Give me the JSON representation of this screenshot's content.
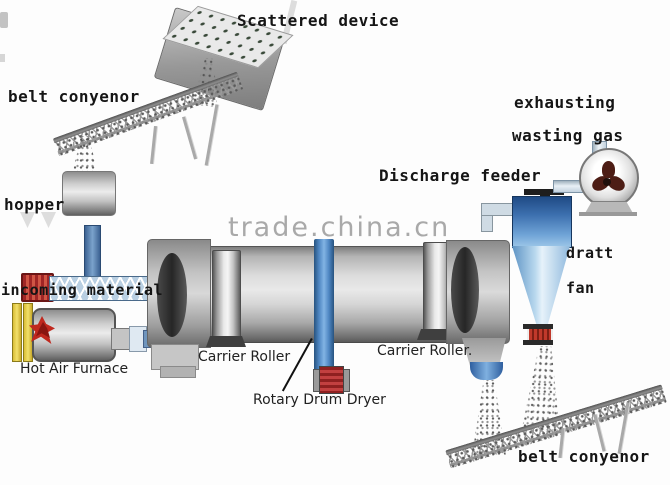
{
  "labels": {
    "scattered_device": "Scattered device",
    "belt_conveyor_top": "belt conyenor",
    "hopper": "hopper",
    "incoming_material": "incoming material",
    "hot_air_furnace": "Hot Air Furnace",
    "carrier_roller_left": "Carrier Roller",
    "carrier_roller_right": "Carrier Roller.",
    "rotary_drum_dryer": "Rotary Drum Dryer",
    "discharge_feeder": "Discharge feeder",
    "exhausting_line1": "exhausting",
    "exhausting_line2": "wasting gas",
    "draft_fan_line1": "dratt",
    "draft_fan_line2": "fan",
    "belt_conveyor_bottom": "belt conyenor"
  },
  "watermark": "trade.china.cn",
  "colors": {
    "background": "#fdfdfd",
    "metal_gray": "#c2c2c2",
    "accent_blue": "#4e86c2",
    "cyclone_blue": "#3c6fae",
    "machine_red": "#b03030",
    "furnace_yellow": "#e8d04a",
    "flame_red": "#c0281e",
    "label_black": "#151515",
    "watermark_gray": "#767676"
  }
}
